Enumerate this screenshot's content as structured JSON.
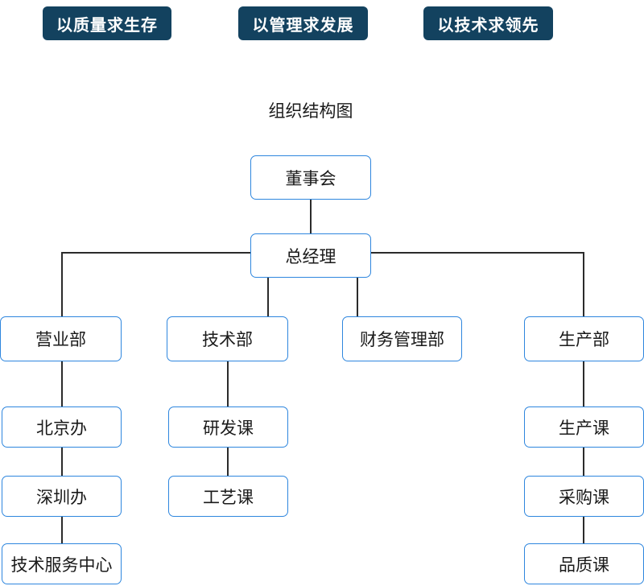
{
  "page": {
    "background_color": "#ffffff",
    "title": "组织结构图"
  },
  "banners": {
    "background_color": "#13425f",
    "text_color": "#ffffff",
    "items": [
      {
        "label": "以质量求生存"
      },
      {
        "label": "以管理求发展"
      },
      {
        "label": "以技术求领先"
      }
    ]
  },
  "org_chart": {
    "box_border_color": "#2e86de",
    "box_fill_color": "#ffffff",
    "connector_color": "#2b2b2b",
    "text_color": "#1a1a1a",
    "nodes": {
      "board": "董事会",
      "general_manager": "总经理",
      "sales_dept": "营业部",
      "technical_dept": "技术部",
      "finance_dept": "财务管理部",
      "production_dept": "生产部",
      "beijing_office": "北京办",
      "shenzhen_office": "深圳办",
      "tech_service_center": "技术服务中心",
      "rnd_section": "研发课",
      "process_section": "工艺课",
      "production_section": "生产课",
      "purchasing_section": "采购课",
      "quality_section": "品质课"
    }
  }
}
